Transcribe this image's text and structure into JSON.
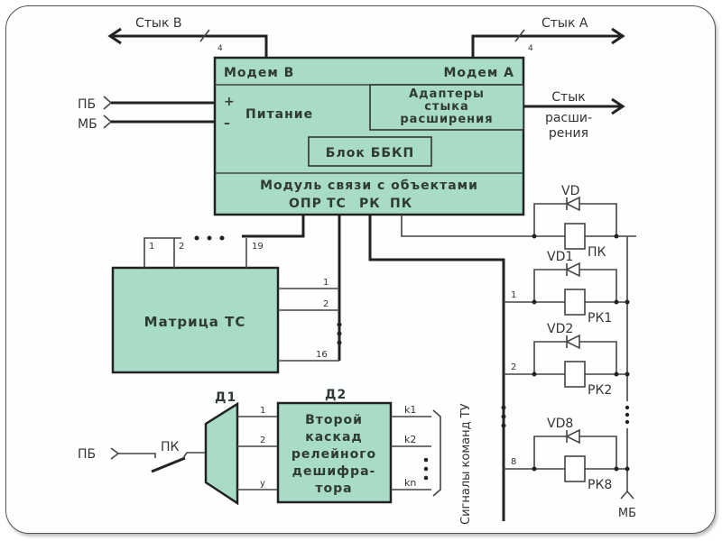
{
  "colors": {
    "block_fill": "#a9dcc6",
    "wire": "#222222",
    "text": "#333333"
  },
  "top": {
    "stykB": "Стык В",
    "stykA": "Стык А",
    "bus_width_B": "4",
    "bus_width_A": "4"
  },
  "left_inputs": {
    "pb": "ПБ",
    "mb": "МБ"
  },
  "main_block": {
    "modem_b": "Модем В",
    "modem_a": "Модем А",
    "plus": "+",
    "minus": "–",
    "power": "Питание",
    "adapters": [
      "Адаптеры",
      "стыка",
      "расширения"
    ],
    "bbkp": "Блок ББКП",
    "module": "Модуль связи с объектами",
    "ports": [
      "ОПР",
      "ТС",
      "РК",
      "ПК"
    ]
  },
  "ext_interface": [
    "Стык",
    "расши-",
    "рения"
  ],
  "matrix": {
    "title": "Матрица ТС",
    "top_pins": [
      "1",
      "2",
      "19"
    ],
    "right_pins": [
      "1",
      "2",
      "16"
    ]
  },
  "relays": [
    {
      "diode": "VD",
      "relay": "ПК",
      "line": ""
    },
    {
      "diode": "VD1",
      "relay": "РК1",
      "line": "1"
    },
    {
      "diode": "VD2",
      "relay": "РК2",
      "line": "2"
    },
    {
      "diode": "VD8",
      "relay": "РК8",
      "line": "8"
    }
  ],
  "mb_bottom": "МБ",
  "decoder": {
    "d1": "Д1",
    "d2": "Д2",
    "pb": "ПБ",
    "pk": "ПК",
    "inputs": [
      "1",
      "2",
      "y"
    ],
    "title": [
      "Второй",
      "каскад",
      "релейного",
      "дешифра-",
      "тора"
    ],
    "outputs": [
      "k1",
      "k2",
      "kn"
    ],
    "signals": "Сигналы команд ТУ"
  }
}
